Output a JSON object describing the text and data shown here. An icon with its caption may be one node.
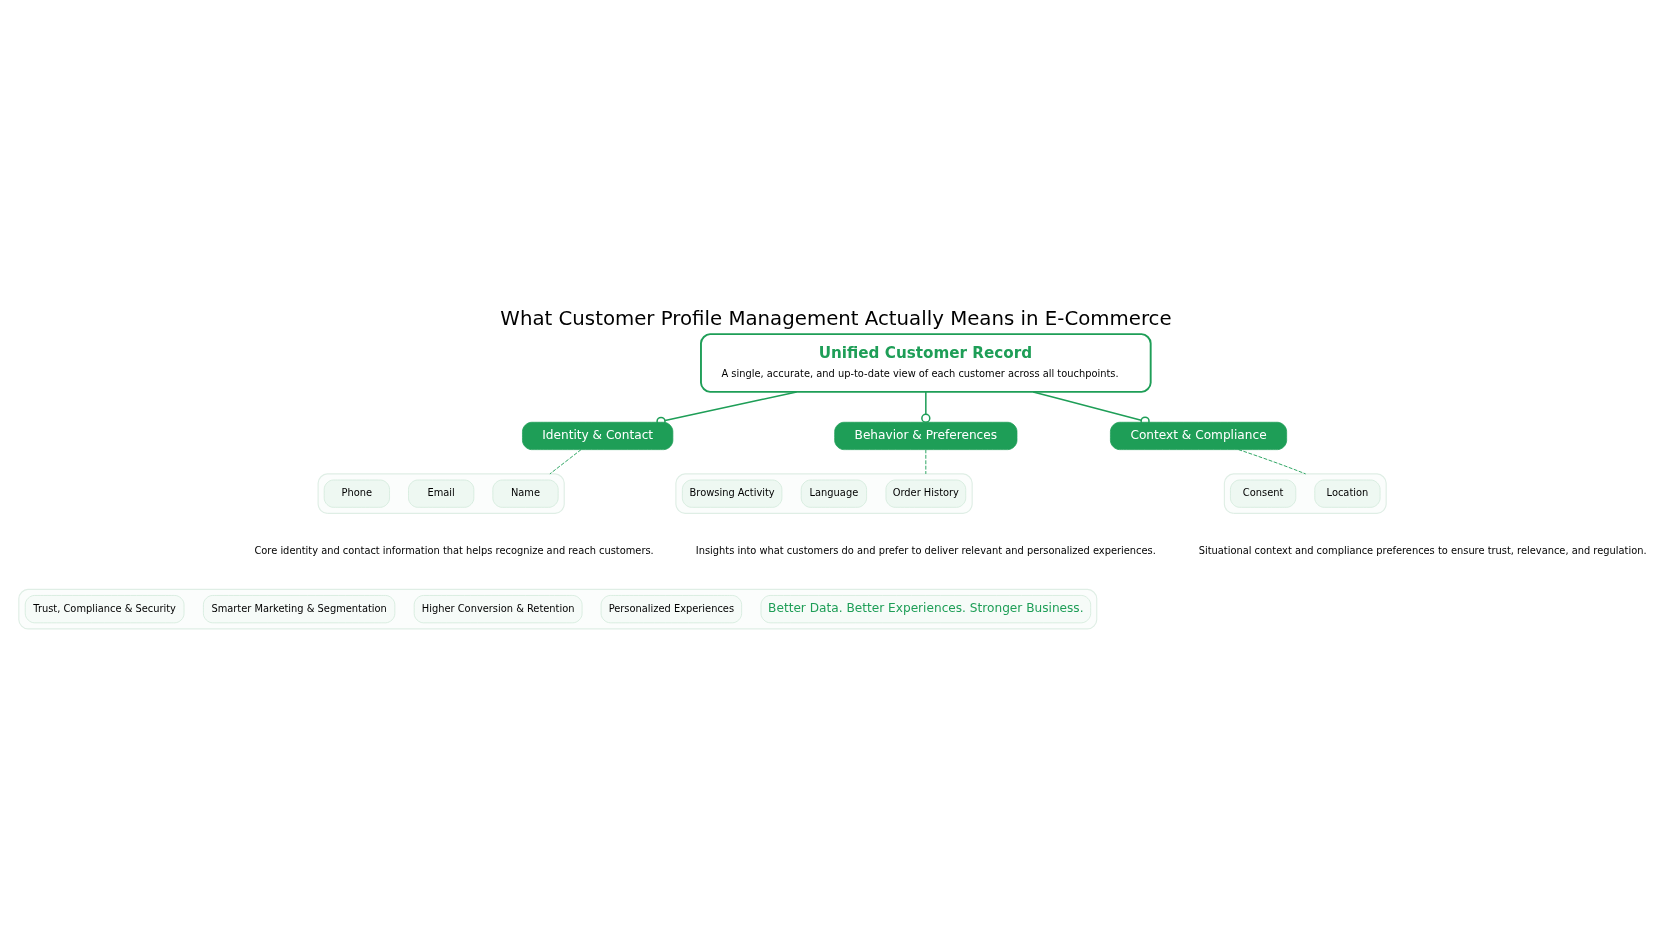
{
  "diagram": {
    "title": "What Customer Profile Management Actually Means in E-Commerce",
    "nodes": [
      {
        "text": [
          "Unified Customer Record",
          "A single, accurate, and up-to-date view of each customer across all touchpoints."
        ]
      },
      {
        "text": [
          "Identity & Contact"
        ]
      },
      {
        "text": [],
        "shape": "box"
      },
      {
        "text": [
          "Name"
        ],
        "in": 2
      },
      {
        "text": [
          "Email"
        ],
        "in": 2
      },
      {
        "text": [
          "Phone"
        ],
        "in": 2
      },
      {
        "text": [
          "Behavior & Preferences"
        ]
      },
      {
        "text": [],
        "shape": "box"
      },
      {
        "text": [
          "Order History"
        ],
        "in": 7
      },
      {
        "text": [
          "Language"
        ],
        "in": 7
      },
      {
        "text": [
          "Browsing Activity"
        ],
        "in": 7
      },
      {
        "text": [
          "Context & Compliance"
        ]
      },
      {
        "text": [],
        "shape": "box"
      },
      {
        "text": [
          "Location"
        ],
        "in": 12
      },
      {
        "text": [
          "Consent"
        ],
        "in": 12
      },
      {
        "text": [],
        "shape": "box"
      },
      {
        "text": [
          "Better Data. Better Experiences. Stronger Business."
        ],
        "in": 15
      },
      {
        "text": [
          "Personalized Experiences"
        ],
        "in": 15
      },
      {
        "text": [
          "Higher Conversion & Retention"
        ],
        "in": 15
      },
      {
        "text": [
          "Smarter Marketing & Segmentation"
        ],
        "in": 15
      },
      {
        "text": [
          "Trust, Compliance & Security"
        ],
        "in": 15
      }
    ],
    "edges": [
      {
        "from": 0,
        "to": 1,
        "arrow": "other"
      },
      {
        "from": 0,
        "to": 6,
        "arrow": "other"
      },
      {
        "from": 0,
        "to": 11,
        "arrow": "other"
      },
      {
        "from": 1,
        "to": 2,
        "arrow": "none",
        "style": "dashed"
      },
      {
        "from": 6,
        "to": 7,
        "arrow": "none",
        "style": "dashed"
      },
      {
        "from": 11,
        "to": 12,
        "arrow": "none",
        "style": "dashed"
      }
    ],
    "labels": [
      "Core identity and contact information that helps recognize and reach customers.",
      "Insights into what customers do and prefer to deliver relevant and personalized experiences.",
      "Situational context and compliance preferences to ensure trust, relevance, and regulation."
    ]
  }
}
